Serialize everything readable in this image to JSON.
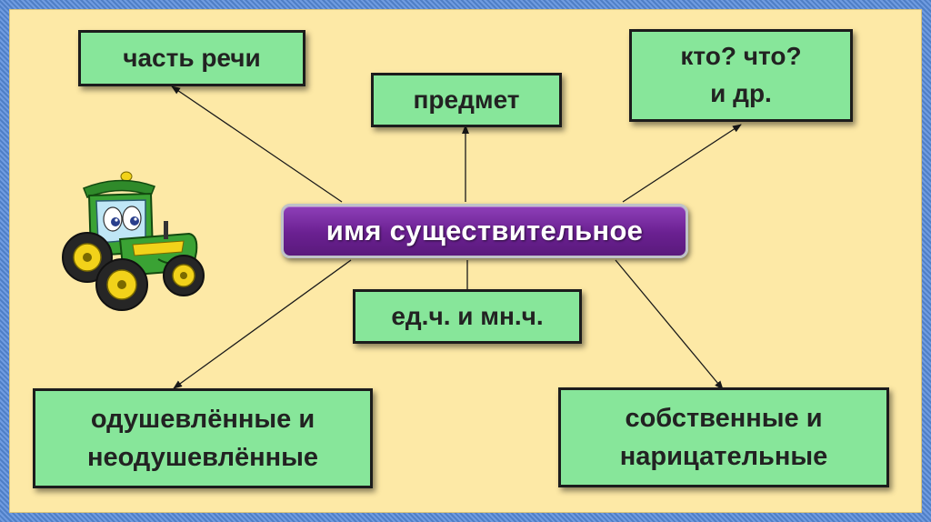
{
  "diagram": {
    "center_label": "имя существительное",
    "nodes": {
      "part_of_speech": "часть речи",
      "object": "предмет",
      "questions_line1": "кто? что?",
      "questions_line2": "и др.",
      "number": "ед.ч. и мн.ч.",
      "animate_line1": "одушевлённые и",
      "animate_line2": "неодушевлённые",
      "proper_line1": "собственные и",
      "proper_line2": "нарицательные"
    }
  },
  "colors": {
    "slide_bg": "#fde9a6",
    "node_fill": "#87e69a",
    "center_fill": "#6a2091",
    "frame": "#5b89d1"
  },
  "icons": [
    "tractor-icon"
  ]
}
